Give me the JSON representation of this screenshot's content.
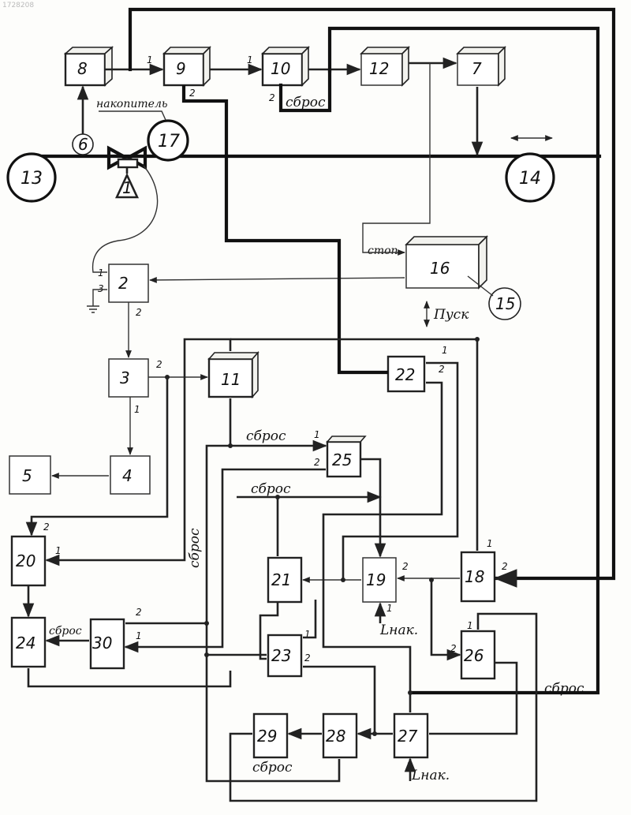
{
  "doc_number": "1728208",
  "blocks": {
    "b1": "1",
    "b2": "2",
    "b3": "3",
    "b4": "4",
    "b5": "5",
    "b6": "6",
    "b7": "7",
    "b8": "8",
    "b9": "9",
    "b10": "10",
    "b11": "11",
    "b12": "12",
    "b13": "13",
    "b14": "14",
    "b15": "15",
    "b16": "16",
    "b17": "17",
    "b18": "18",
    "b19": "19",
    "b20": "20",
    "b21": "21",
    "b22": "22",
    "b23": "23",
    "b24": "24",
    "b25": "25",
    "b26": "26",
    "b27": "27",
    "b28": "28",
    "b29": "29",
    "b30": "30"
  },
  "labels": {
    "nakopitel": "накопитель",
    "sbros": "сброс",
    "stop": "стоп",
    "pusk": "Пуск",
    "lnak": "Lнак.",
    "lnak_l": "L",
    "lnak_rest": "нак."
  },
  "pins": {
    "p1": "1",
    "p2": "2",
    "p3": "3"
  }
}
